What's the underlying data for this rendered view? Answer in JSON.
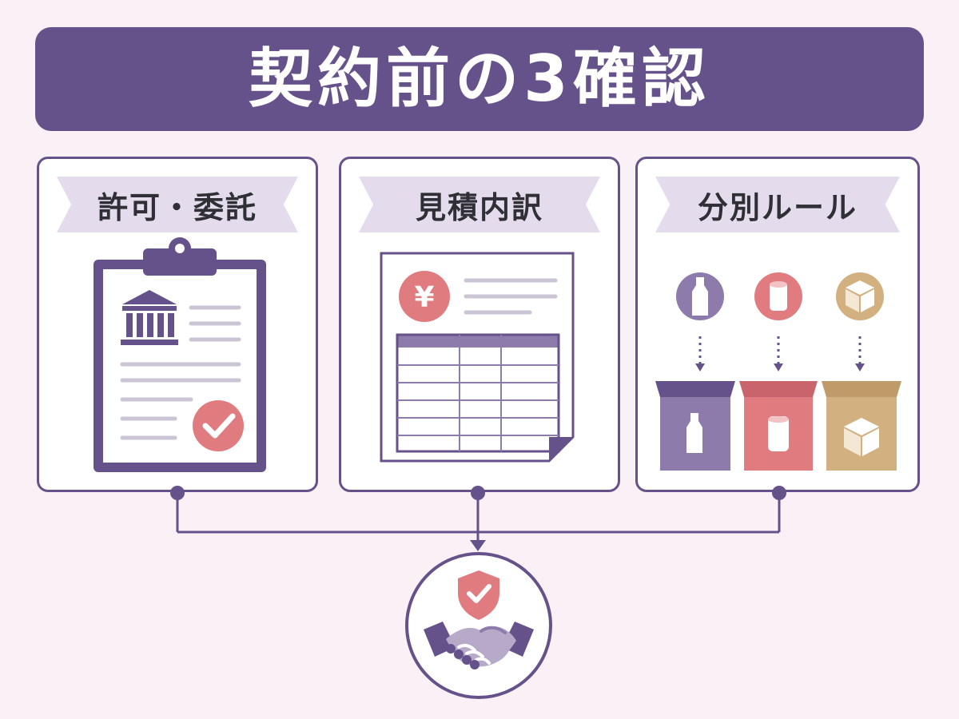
{
  "title": "契約前の3確認",
  "cards": [
    {
      "label": "許可・委託"
    },
    {
      "label": "見積内訳",
      "currency_symbol": "¥"
    },
    {
      "label": "分別ルール"
    }
  ],
  "colors": {
    "primary": "#66528a",
    "accent_red": "#e07b80",
    "accent_gold": "#d3b07f",
    "ribbon": "#e4dced",
    "background": "#f9f1f6"
  },
  "icons": [
    "clipboard-icon",
    "bank-building-icon",
    "check-badge-icon",
    "yen-coin-icon",
    "spreadsheet-icon",
    "bottle-icon",
    "can-icon",
    "box-icon",
    "purple-bin-icon",
    "red-bin-icon",
    "gold-bin-icon",
    "shield-check-icon",
    "handshake-icon"
  ]
}
